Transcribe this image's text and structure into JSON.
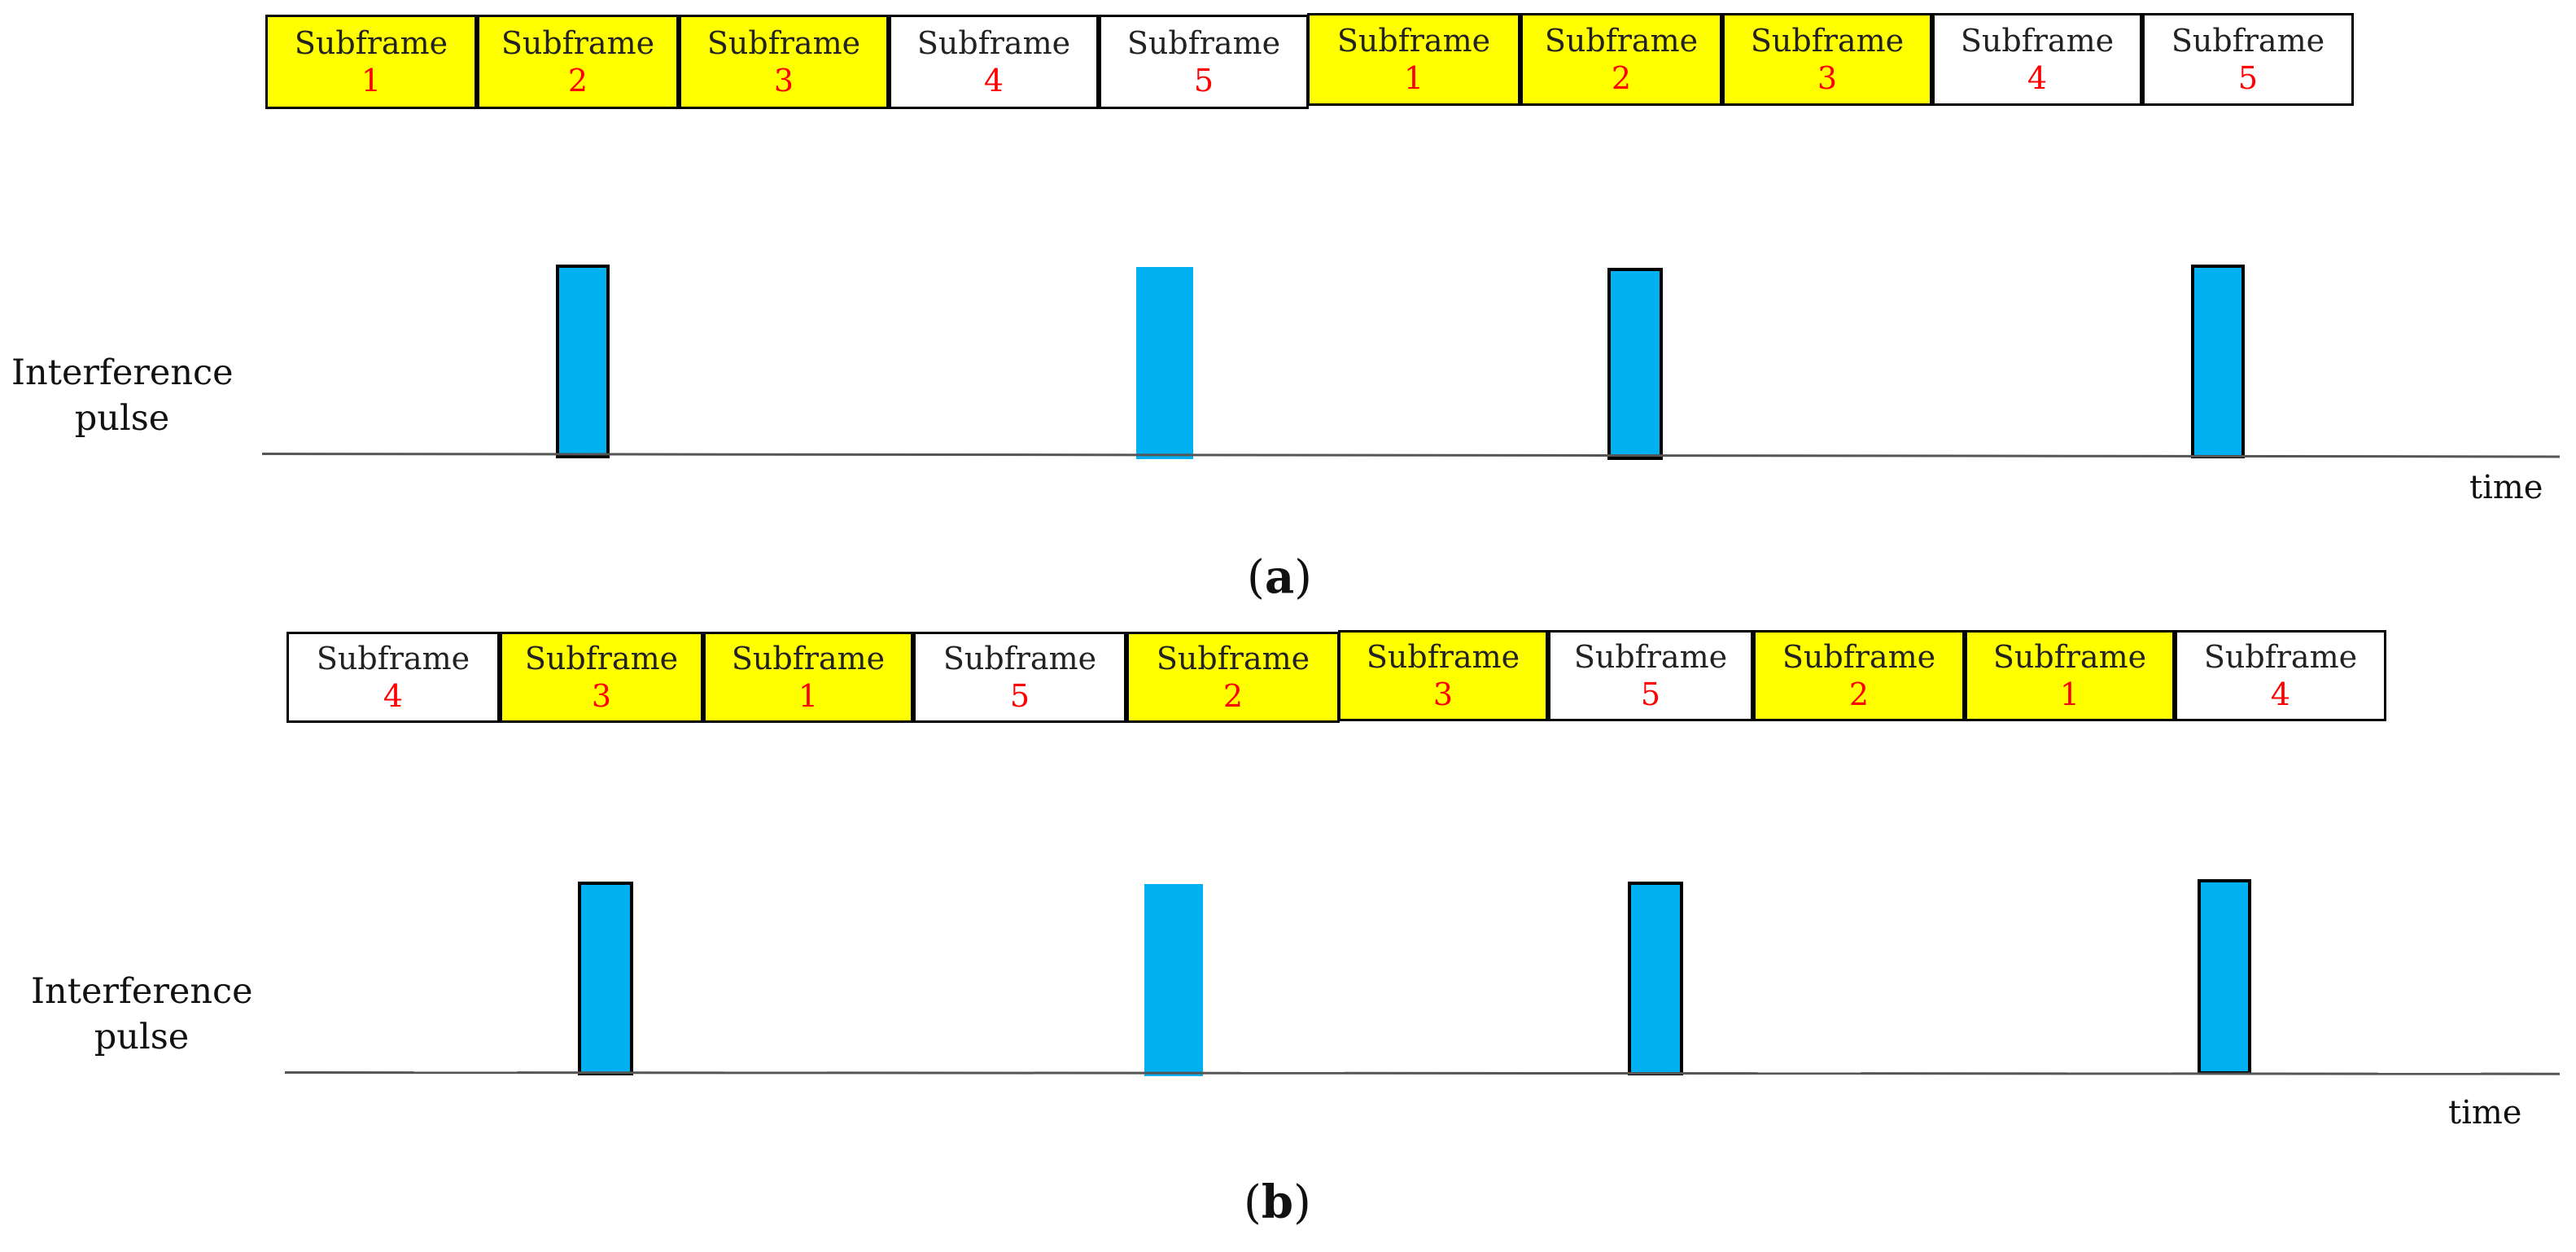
{
  "colors": {
    "highlight": "#ffff00",
    "plain": "#ffffff",
    "number": "#ff0000",
    "pulse": "#00b0f0"
  },
  "panel_a": {
    "caption_letter": "a",
    "y_label": [
      "Interference",
      "pulse"
    ],
    "x_label": "time",
    "subframes": [
      {
        "label": "Subframe",
        "number": "1",
        "highlighted": true
      },
      {
        "label": "Subframe",
        "number": "2",
        "highlighted": true
      },
      {
        "label": "Subframe",
        "number": "3",
        "highlighted": true
      },
      {
        "label": "Subframe",
        "number": "4",
        "highlighted": false
      },
      {
        "label": "Subframe",
        "number": "5",
        "highlighted": false
      },
      {
        "label": "Subframe",
        "number": "1",
        "highlighted": true
      },
      {
        "label": "Subframe",
        "number": "2",
        "highlighted": true
      },
      {
        "label": "Subframe",
        "number": "3",
        "highlighted": true
      },
      {
        "label": "Subframe",
        "number": "4",
        "highlighted": false
      },
      {
        "label": "Subframe",
        "number": "5",
        "highlighted": false
      }
    ],
    "pulses": 4
  },
  "panel_b": {
    "caption_letter": "b",
    "y_label": [
      "Interference",
      "pulse"
    ],
    "x_label": "time",
    "subframes": [
      {
        "label": "Subframe",
        "number": "4",
        "highlighted": false
      },
      {
        "label": "Subframe",
        "number": "3",
        "highlighted": true
      },
      {
        "label": "Subframe",
        "number": "1",
        "highlighted": true
      },
      {
        "label": "Subframe",
        "number": "5",
        "highlighted": false
      },
      {
        "label": "Subframe",
        "number": "2",
        "highlighted": true
      },
      {
        "label": "Subframe",
        "number": "3",
        "highlighted": true
      },
      {
        "label": "Subframe",
        "number": "5",
        "highlighted": false
      },
      {
        "label": "Subframe",
        "number": "2",
        "highlighted": true
      },
      {
        "label": "Subframe",
        "number": "1",
        "highlighted": true
      },
      {
        "label": "Subframe",
        "number": "4",
        "highlighted": false
      }
    ],
    "pulses": 4
  }
}
